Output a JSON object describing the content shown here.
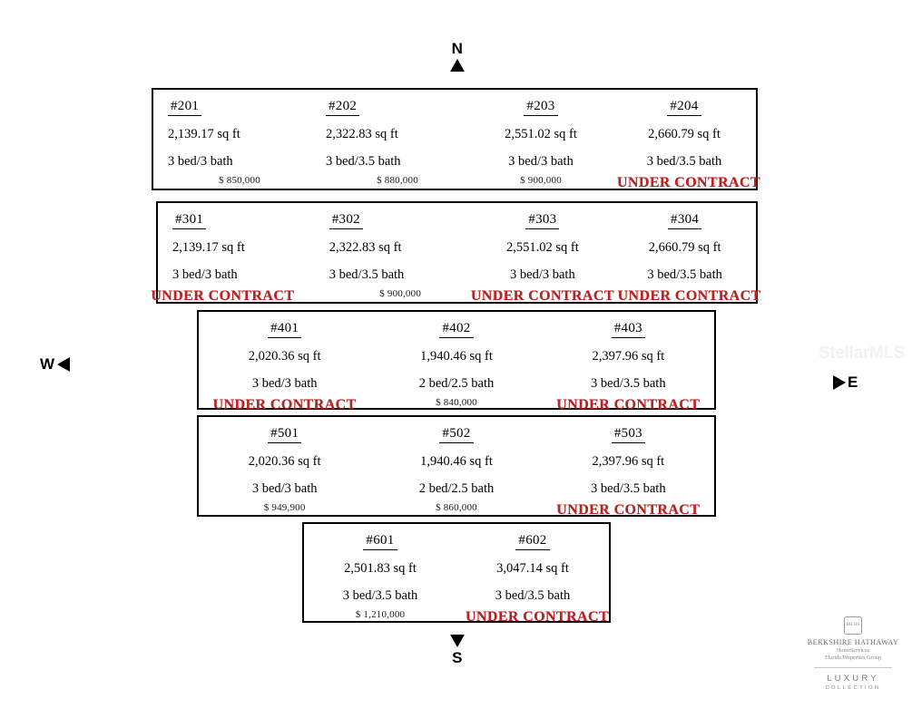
{
  "compass": {
    "north": "N",
    "south": "S",
    "east": "E",
    "west": "W"
  },
  "watermark": "StellarMLS",
  "brand": {
    "mark": "BH HS",
    "name": "BERKSHIRE HATHAWAY",
    "sub": "HomeServices",
    "group": "Florida Properties Group",
    "luxury": "LUXURY",
    "collection": "COLLECTION"
  },
  "status_labels": {
    "under_contract": "UNDER  CONTRACT"
  },
  "colors": {
    "contract_red": "#bb2222",
    "outline": "#000000",
    "text": "#000000",
    "watermark": "#f2f2f2"
  },
  "floors": [
    {
      "id": "row-2",
      "name": "floor-2",
      "units": [
        {
          "number": "#201",
          "sqft": "2,139.17 sq ft",
          "beds": "3 bed/3 bath",
          "status": "$ 850,000",
          "sold": false
        },
        {
          "number": "#202",
          "sqft": "2,322.83 sq ft",
          "beds": "3 bed/3.5 bath",
          "status": "$ 880,000",
          "sold": false
        },
        {
          "number": "#203",
          "sqft": "2,551.02 sq ft",
          "beds": "3 bed/3 bath",
          "status": "$ 900,000",
          "sold": false
        },
        {
          "number": "#204",
          "sqft": "2,660.79 sq ft",
          "beds": "3 bed/3.5 bath",
          "status": "UNDER  CONTRACT",
          "sold": true
        }
      ]
    },
    {
      "id": "row-3",
      "name": "floor-3",
      "units": [
        {
          "number": "#301",
          "sqft": "2,139.17 sq ft",
          "beds": "3 bed/3 bath",
          "status": "UNDER  CONTRACT",
          "sold": true
        },
        {
          "number": "#302",
          "sqft": "2,322.83 sq ft",
          "beds": "3 bed/3.5 bath",
          "status": "$ 900,000",
          "sold": false
        },
        {
          "number": "#303",
          "sqft": "2,551.02 sq ft",
          "beds": "3 bed/3 bath",
          "status": "UNDER  CONTRACT",
          "sold": true
        },
        {
          "number": "#304",
          "sqft": "2,660.79 sq ft",
          "beds": "3 bed/3.5 bath",
          "status": "UNDER  CONTRACT",
          "sold": true
        }
      ]
    },
    {
      "id": "row-4",
      "name": "floor-4",
      "units": [
        {
          "number": "#401",
          "sqft": "2,020.36 sq ft",
          "beds": "3 bed/3 bath",
          "status": "UNDER  CONTRACT",
          "sold": true
        },
        {
          "number": "#402",
          "sqft": "1,940.46 sq ft",
          "beds": "2 bed/2.5 bath",
          "status": "$ 840,000",
          "sold": false
        },
        {
          "number": "#403",
          "sqft": "2,397.96 sq ft",
          "beds": "3 bed/3.5 bath",
          "status": "UNDER  CONTRACT",
          "sold": true
        }
      ]
    },
    {
      "id": "row-5",
      "name": "floor-5",
      "units": [
        {
          "number": "#501",
          "sqft": "2,020.36 sq ft",
          "beds": "3 bed/3 bath",
          "status": "$ 949,900",
          "sold": false
        },
        {
          "number": "#502",
          "sqft": "1,940.46 sq ft",
          "beds": "2 bed/2.5 bath",
          "status": "$ 860,000",
          "sold": false
        },
        {
          "number": "#503",
          "sqft": "2,397.96 sq ft",
          "beds": "3 bed/3.5 bath",
          "status": "UNDER  CONTRACT",
          "sold": true
        }
      ]
    },
    {
      "id": "row-6",
      "name": "floor-6",
      "units": [
        {
          "number": "#601",
          "sqft": "2,501.83 sq ft",
          "beds": "3 bed/3.5 bath",
          "status": "$ 1,210,000",
          "sold": false
        },
        {
          "number": "#602",
          "sqft": "3,047.14 sq ft",
          "beds": "3 bed/3.5 bath",
          "status": "UNDER  CONTRACT",
          "sold": true
        }
      ]
    }
  ]
}
